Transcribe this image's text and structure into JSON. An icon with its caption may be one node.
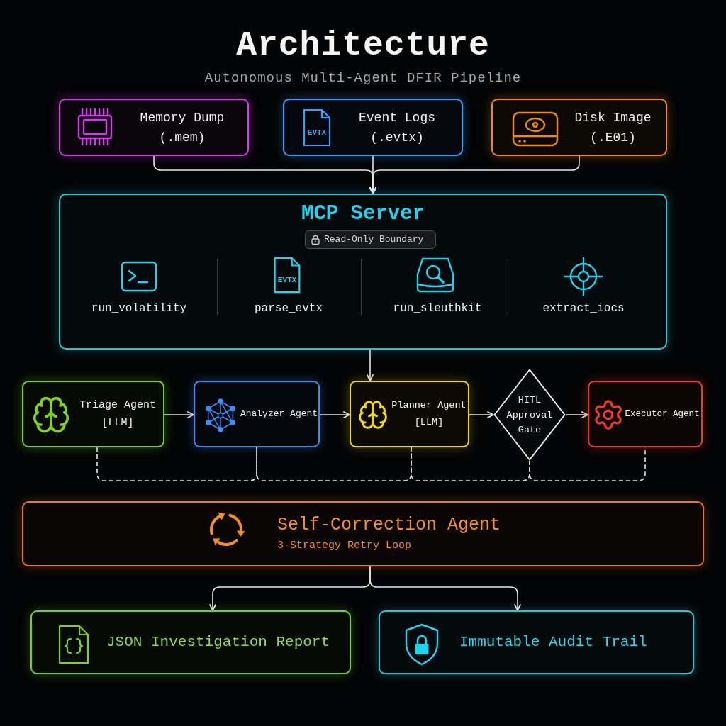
{
  "diagram": {
    "title": "Architecture",
    "nodes": [
      {
        "text": [
          "Memory Dump",
          "(.mem)"
        ]
      },
      {
        "text": [
          "Event Logs",
          "(.evtx)"
        ]
      },
      {
        "text": [
          "Disk Image",
          "(.E01)"
        ]
      },
      {
        "text": [
          "MCP Server"
        ]
      },
      {
        "text": [
          "Read-Only Boundary"
        ],
        "in": 3
      },
      {
        "text": [
          "Triage Agent",
          "[LLM]"
        ]
      },
      {
        "text": [
          "Analyzer Agent"
        ]
      },
      {
        "text": [
          "Planner Agent",
          "[LLM]"
        ]
      },
      {
        "text": [
          "HITL Approval Gate"
        ]
      },
      {
        "text": [
          "Executor Agent"
        ]
      },
      {
        "text": [
          "Self-Correction Agent",
          "3-Strategy Retry Loop"
        ]
      },
      {
        "text": [
          "JSON Investigation Report"
        ]
      },
      {
        "text": [
          "Immutable Audit Trail"
        ]
      }
    ],
    "edges": [
      {
        "from": 0,
        "to": 3,
        "arrow": "to"
      },
      {
        "from": 1,
        "to": 3,
        "arrow": "to"
      },
      {
        "from": 2,
        "to": 3,
        "arrow": "to"
      },
      {
        "from": 3,
        "to": 7,
        "arrow": "to"
      },
      {
        "from": 5,
        "to": 6,
        "arrow": "to"
      },
      {
        "from": 6,
        "to": 7,
        "arrow": "to"
      },
      {
        "from": 7,
        "to": 8,
        "arrow": "to"
      },
      {
        "from": 8,
        "to": 9,
        "arrow": "to"
      },
      {
        "from": 5,
        "to": 6,
        "arrow": "none",
        "style": "dashed"
      },
      {
        "from": 6,
        "to": 7,
        "arrow": "none",
        "style": "dashed"
      },
      {
        "from": 7,
        "to": 8,
        "arrow": "none",
        "style": "dashed"
      },
      {
        "from": 8,
        "to": 9,
        "arrow": "none",
        "style": "dashed"
      },
      {
        "from": 10,
        "to": 11,
        "arrow": "to"
      },
      {
        "from": 10,
        "to": 12,
        "arrow": "to"
      }
    ],
    "labels": [
      "Autonomous Multi-Agent DFIR Pipeline",
      "EVTX",
      "EVTX",
      "run_volatility",
      "parse_evtx",
      "run_sleuthkit",
      "extract_iocs"
    ]
  }
}
